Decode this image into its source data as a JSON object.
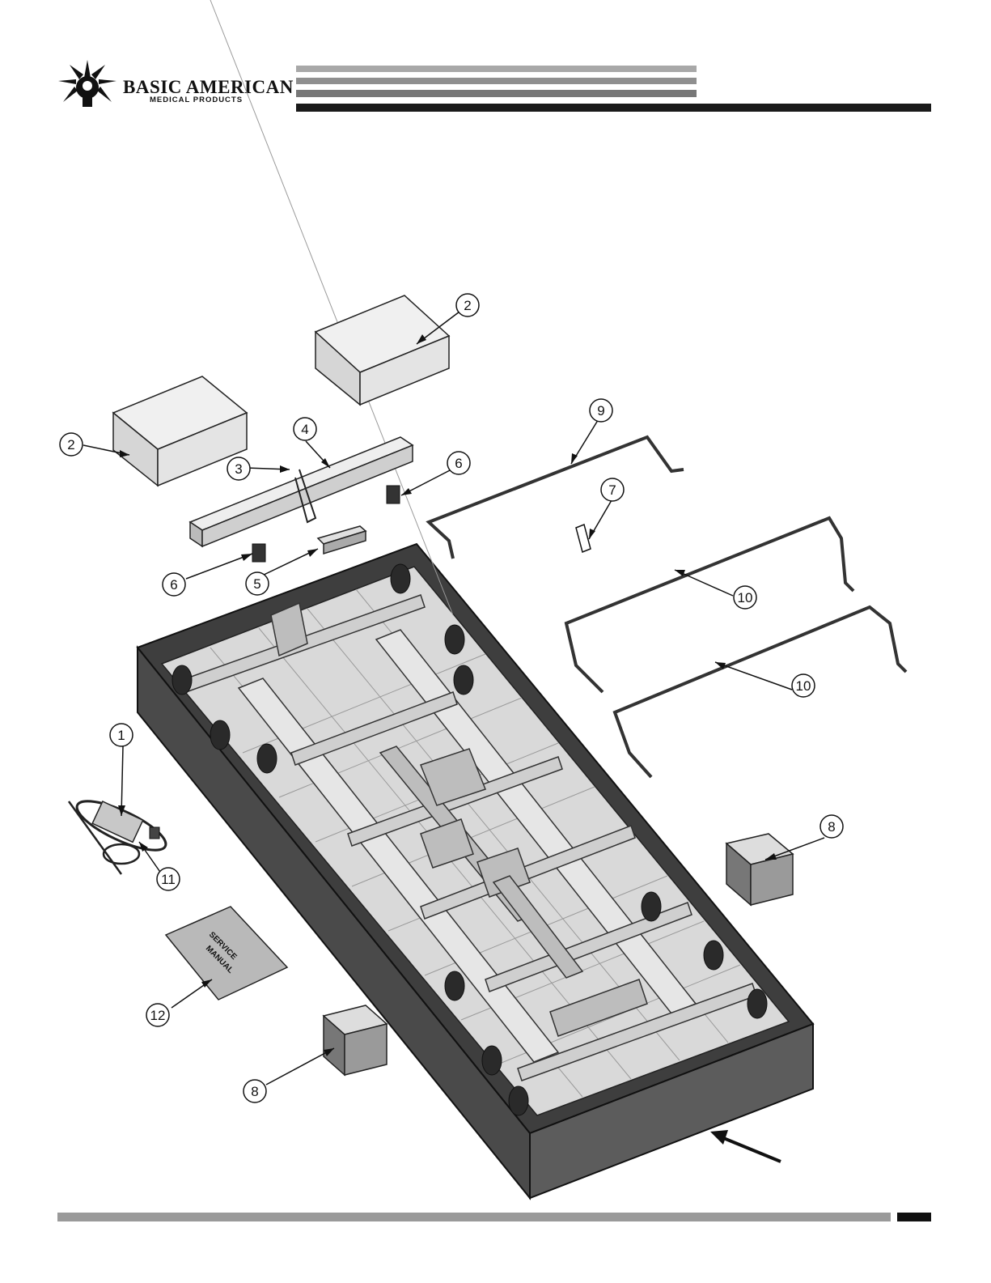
{
  "header": {
    "brand_name": "BASIC AMERICAN",
    "brand_sub": "MEDICAL PRODUCTS"
  },
  "colors": {
    "frame_dark": "#3d3d3d",
    "frame_side": "#5a5a5a",
    "frame_light": "#e8e8e8",
    "bar_gray": "#9a9a9a",
    "bar_dark": "#222222"
  },
  "diagram": {
    "callouts": [
      "1",
      "2",
      "2",
      "3",
      "4",
      "5",
      "6",
      "6",
      "7",
      "8",
      "8",
      "9",
      "10",
      "10",
      "11",
      "12"
    ],
    "manual_label_line1": "SERVICE",
    "manual_label_line2": "MANUAL"
  }
}
